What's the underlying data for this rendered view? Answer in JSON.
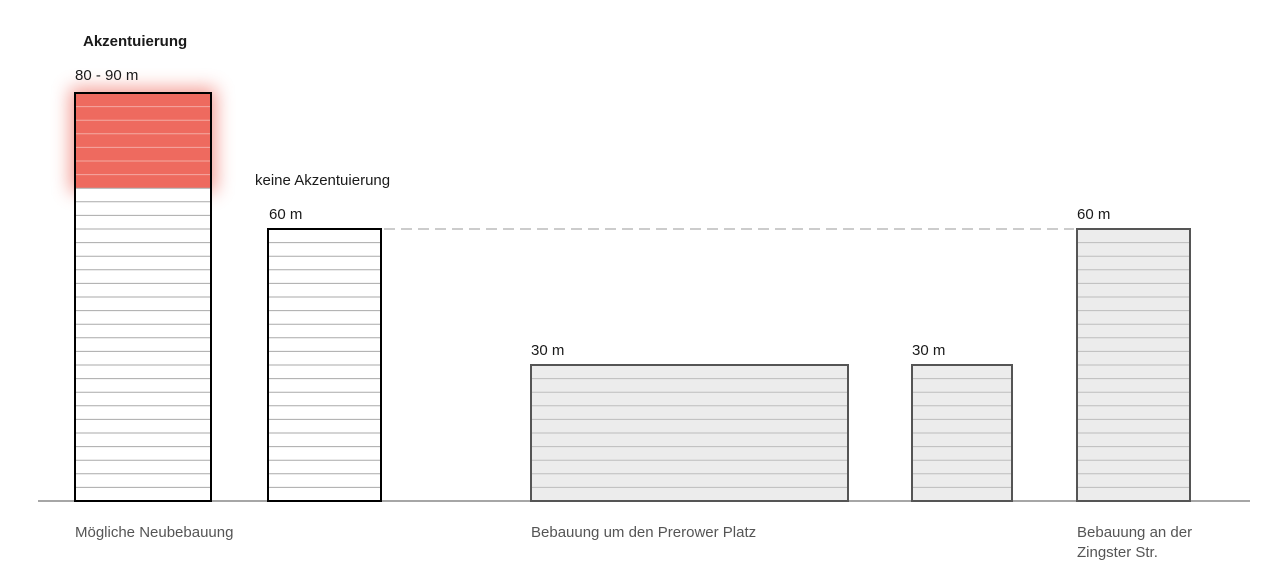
{
  "labels": {
    "accent_title": "Akzentuierung",
    "accent_height": "80 - 90 m",
    "no_accent_title": "keine Akzentuierung",
    "height_60_left": "60 m",
    "height_30_a": "30 m",
    "height_30_b": "30 m",
    "height_60_right": "60 m",
    "caption_new": "Mögliche Neubebauung",
    "caption_prerower": "Bebauung um den Prerower Platz",
    "caption_zingster_line1": "Bebauung an der",
    "caption_zingster_line2": "Zingster Str."
  },
  "colors": {
    "accent": "#ee6a5f",
    "glow": "#f07a70",
    "existing_fill": "#ececec",
    "new_fill": "#ffffff",
    "outline_new": "#000000",
    "outline_existing": "#555555",
    "ground": "#888888",
    "dashed_line": "#999999"
  }
}
